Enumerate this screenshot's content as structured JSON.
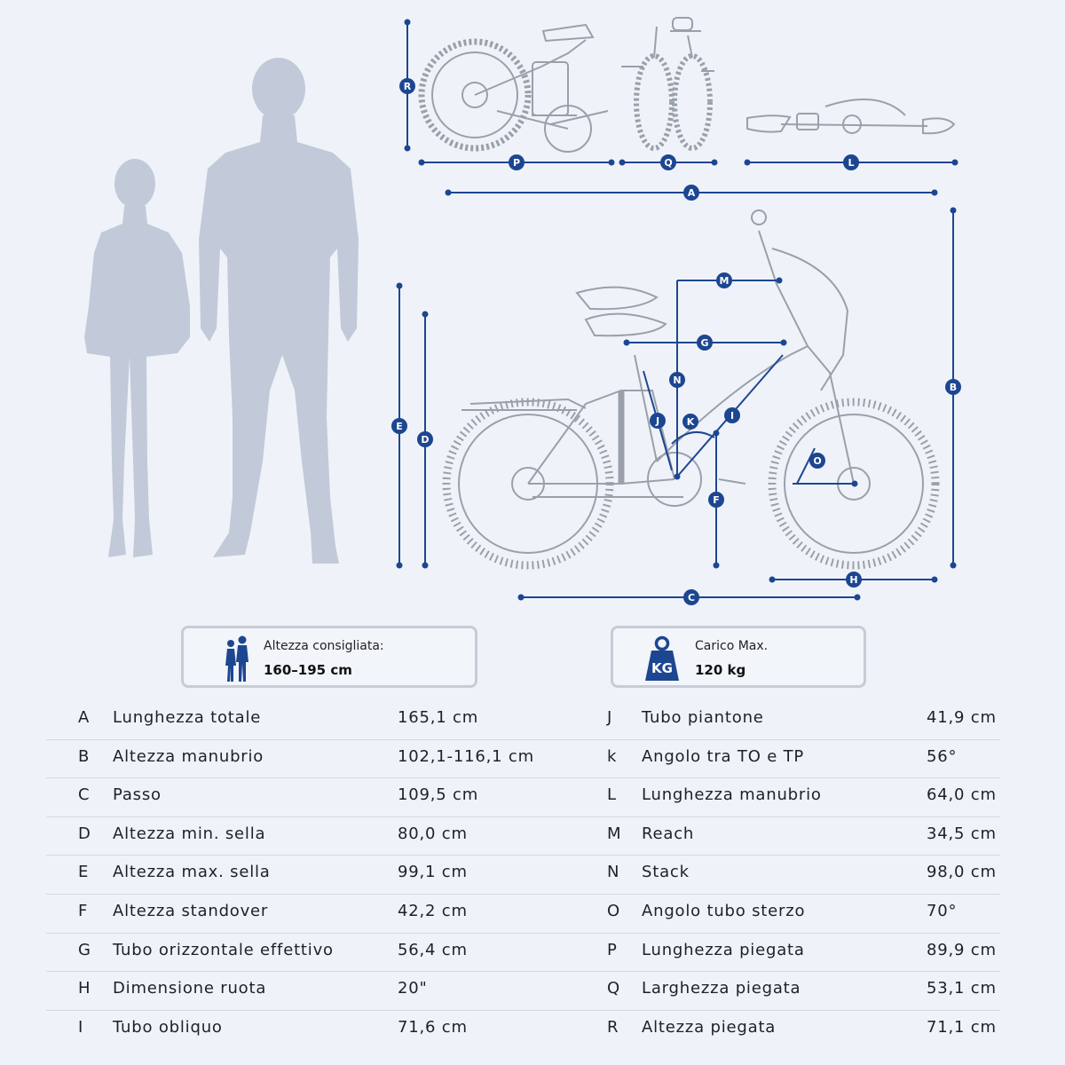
{
  "labels": [
    "R",
    "P",
    "Q",
    "L",
    "A",
    "M",
    "G",
    "N",
    "B",
    "E",
    "D",
    "J",
    "K",
    "I",
    "O",
    "F",
    "H",
    "C"
  ],
  "cards": {
    "height": {
      "icon": "couple-icon",
      "label": "Altezza consigliata:",
      "value": "160–195 cm"
    },
    "load": {
      "icon": "weight-icon",
      "icon_text": "KG",
      "label": "Carico Max.",
      "value": "120 kg"
    }
  },
  "specs": [
    {
      "left": {
        "code": "A",
        "name": "Lunghezza totale",
        "value": "165,1 cm"
      },
      "right": {
        "code": "J",
        "name": "Tubo piantone",
        "value": "41,9 cm"
      }
    },
    {
      "left": {
        "code": "B",
        "name": "Altezza manubrio",
        "value": "102,1-116,1 cm"
      },
      "right": {
        "code": "k",
        "name": "Angolo tra TO e TP",
        "value": "56°"
      }
    },
    {
      "left": {
        "code": "C",
        "name": "Passo",
        "value": "109,5 cm"
      },
      "right": {
        "code": "L",
        "name": "Lunghezza manubrio",
        "value": "64,0 cm"
      }
    },
    {
      "left": {
        "code": "D",
        "name": "Altezza min. sella",
        "value": "80,0 cm"
      },
      "right": {
        "code": "M",
        "name": "Reach",
        "value": "34,5 cm"
      }
    },
    {
      "left": {
        "code": "E",
        "name": "Altezza max. sella",
        "value": "99,1 cm"
      },
      "right": {
        "code": "N",
        "name": "Stack",
        "value": "98,0 cm"
      }
    },
    {
      "left": {
        "code": "F",
        "name": "Altezza standover",
        "value": "42,2 cm"
      },
      "right": {
        "code": "O",
        "name": "Angolo tubo sterzo",
        "value": "70°"
      }
    },
    {
      "left": {
        "code": "G",
        "name": "Tubo orizzontale effettivo",
        "value": "56,4 cm"
      },
      "right": {
        "code": "P",
        "name": "Lunghezza piegata",
        "value": "89,9 cm"
      }
    },
    {
      "left": {
        "code": "H",
        "name": "Dimensione ruota",
        "value": "20\""
      },
      "right": {
        "code": "Q",
        "name": "Larghezza piegata",
        "value": "53,1 cm"
      }
    },
    {
      "left": {
        "code": "I",
        "name": "Tubo obliquo",
        "value": "71,6 cm"
      },
      "right": {
        "code": "R",
        "name": "Altezza piegata",
        "value": "71,1 cm"
      }
    }
  ],
  "colors": {
    "accent": "#1d4691",
    "silhouette": "#c2cad9",
    "background": "#eff3f9",
    "linework": "#9aa0aa"
  }
}
